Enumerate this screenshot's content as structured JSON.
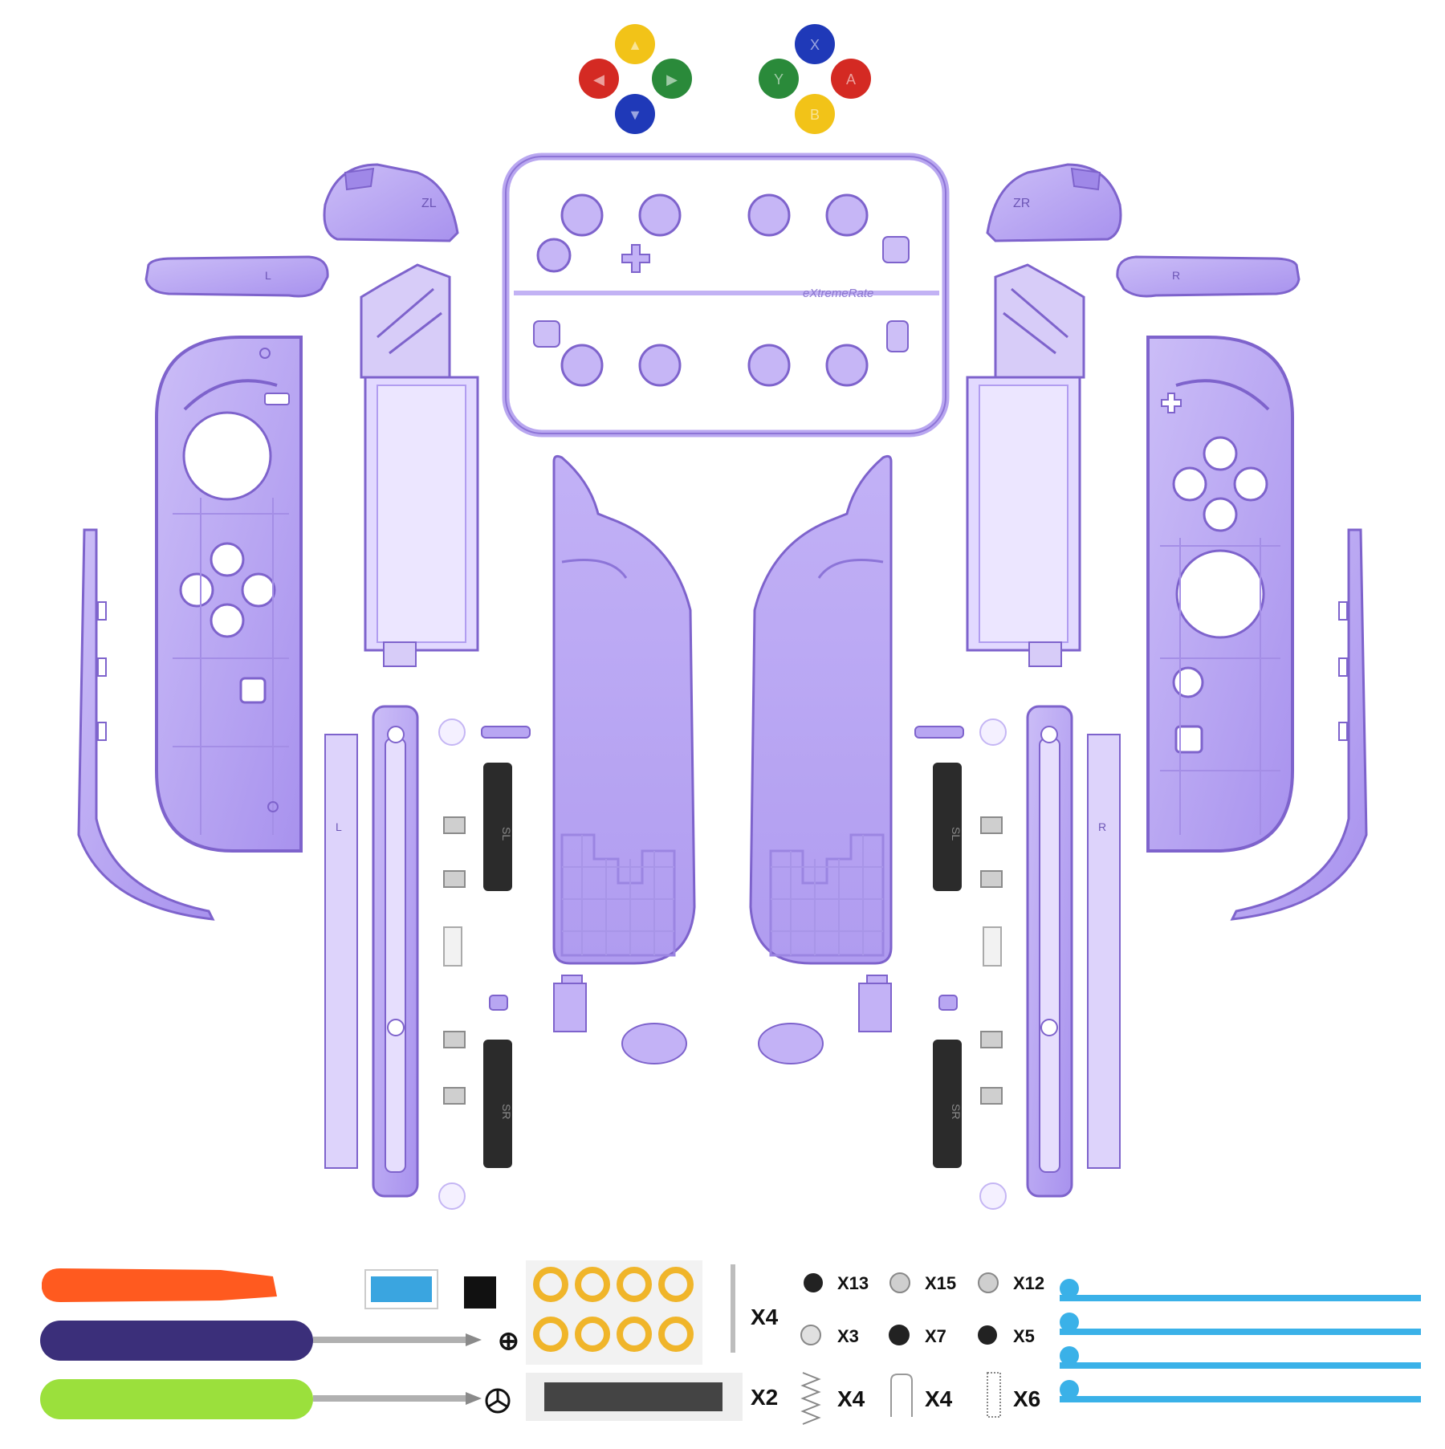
{
  "kit": {
    "colors": {
      "shell": "#b8a6f2",
      "shell_edge": "#7e63cc",
      "shell_light": "#e2d9ff",
      "btn_yellow": "#f2c318",
      "btn_red": "#d42a23",
      "btn_green": "#2a8a3a",
      "btn_blue": "#1f39b8",
      "slider_black": "#2b2b2b",
      "tool_orange": "#ff5a1f",
      "tool_purple": "#3b2f7a",
      "tool_green": "#9be03c",
      "stick_blue": "#3ab1e8",
      "pad_yellow": "#f0b52a"
    },
    "face_buttons_left": [
      {
        "name": "button-up",
        "color": "btn_yellow",
        "glyph": "▲"
      },
      {
        "name": "button-left",
        "color": "btn_red",
        "glyph": "◀"
      },
      {
        "name": "button-right",
        "color": "btn_green",
        "glyph": "▶"
      },
      {
        "name": "button-down",
        "color": "btn_blue",
        "glyph": "▼"
      }
    ],
    "face_buttons_right": [
      {
        "name": "button-x",
        "color": "btn_blue",
        "glyph": "X"
      },
      {
        "name": "button-y",
        "color": "btn_green",
        "glyph": "Y"
      },
      {
        "name": "button-a",
        "color": "btn_red",
        "glyph": "A"
      },
      {
        "name": "button-b",
        "color": "btn_yellow",
        "glyph": "B"
      }
    ],
    "embossed": {
      "sl": "SL",
      "sr": "SR",
      "rail_l": "L",
      "rail_r": "R",
      "trigger_zl": "ZL",
      "trigger_zr": "ZR",
      "bumper_l": "L",
      "bumper_r": "R",
      "sprue_brand": "eXtremeRate"
    },
    "quantities": {
      "black_screws_small": "X13",
      "silver_screws_round": "X15",
      "silver_screws_flat": "X12",
      "silver_screws_long": "X3",
      "black_screws_large": "X7",
      "black_screws_long": "X5",
      "pins": "X4",
      "foam": "X2",
      "coil_springs": "X4",
      "wire_springs": "X4",
      "small_springs": "X6"
    },
    "tool_symbols": {
      "phillips": "⊕",
      "tri_wing": "Y"
    }
  }
}
